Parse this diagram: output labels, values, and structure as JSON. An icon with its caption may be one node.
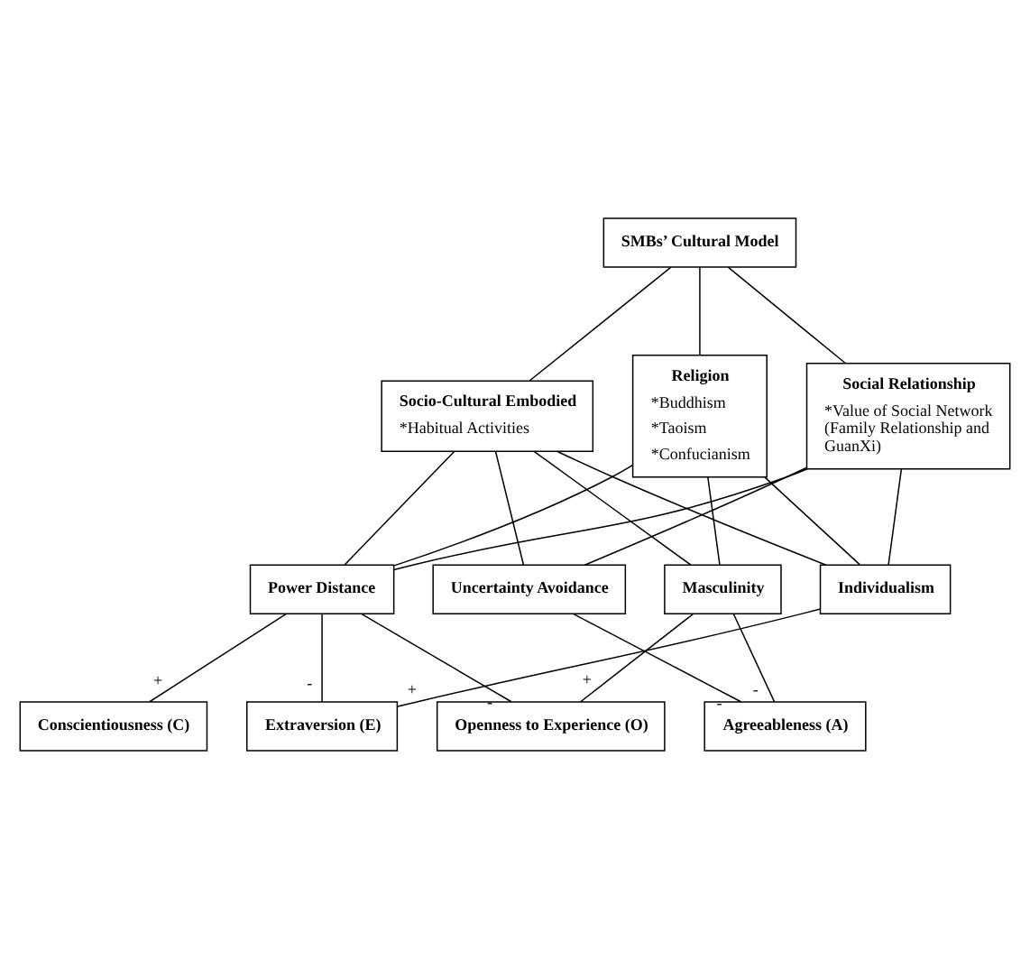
{
  "diagram": {
    "nodes": [
      {
        "text": [
          "SMBs’ Cultural Model"
        ]
      },
      {
        "text": [
          "Socio-Cultural Embodied",
          "*Habitual Activities"
        ]
      },
      {
        "text": [
          "Religion",
          "*Buddhism",
          "*Taoism",
          "*Confucianism"
        ]
      },
      {
        "text": [
          "Social Relationship",
          "*Value of Social Network (Family Relationship and GuanXi)"
        ]
      },
      {
        "text": [
          "Power Distance"
        ]
      },
      {
        "text": [
          "Uncertainty Avoidance"
        ]
      },
      {
        "text": [
          "Masculinity"
        ]
      },
      {
        "text": [
          "Individualism"
        ]
      },
      {
        "text": [
          "Conscientiousness (C)"
        ]
      },
      {
        "text": [
          "Extraversion (E)"
        ]
      },
      {
        "text": [
          "Openness to Experience (O)"
        ]
      },
      {
        "text": [
          "Agreeableness (A)"
        ]
      }
    ],
    "edges": [
      {
        "from": 0,
        "to": 1,
        "arrow": "none"
      },
      {
        "from": 0,
        "to": 2,
        "arrow": "none"
      },
      {
        "from": 0,
        "to": 3,
        "arrow": "none"
      },
      {
        "from": 1,
        "to": 4,
        "arrow": "none"
      },
      {
        "from": 1,
        "to": 5,
        "arrow": "none"
      },
      {
        "from": 1,
        "to": 6,
        "arrow": "none"
      },
      {
        "from": 1,
        "to": 7,
        "arrow": "none"
      },
      {
        "from": 2,
        "to": 4,
        "arrow": "none"
      },
      {
        "from": 2,
        "to": 6,
        "arrow": "none"
      },
      {
        "from": 2,
        "to": 7,
        "arrow": "none"
      },
      {
        "from": 3,
        "to": 4,
        "arrow": "none"
      },
      {
        "from": 3,
        "to": 5,
        "arrow": "none"
      },
      {
        "from": 3,
        "to": 7,
        "arrow": "none"
      },
      {
        "from": 4,
        "to": 8,
        "arrow": "none",
        "label": "+"
      },
      {
        "from": 4,
        "to": 9,
        "arrow": "none",
        "label": "-"
      },
      {
        "from": 4,
        "to": 10,
        "arrow": "none",
        "label": "-"
      },
      {
        "from": 5,
        "to": 11,
        "arrow": "none",
        "label": "-"
      },
      {
        "from": 6,
        "to": 10,
        "arrow": "none",
        "label": "+"
      },
      {
        "from": 6,
        "to": 11,
        "arrow": "none",
        "label": "-"
      },
      {
        "from": 7,
        "to": 9,
        "arrow": "none",
        "label": "+"
      }
    ]
  }
}
